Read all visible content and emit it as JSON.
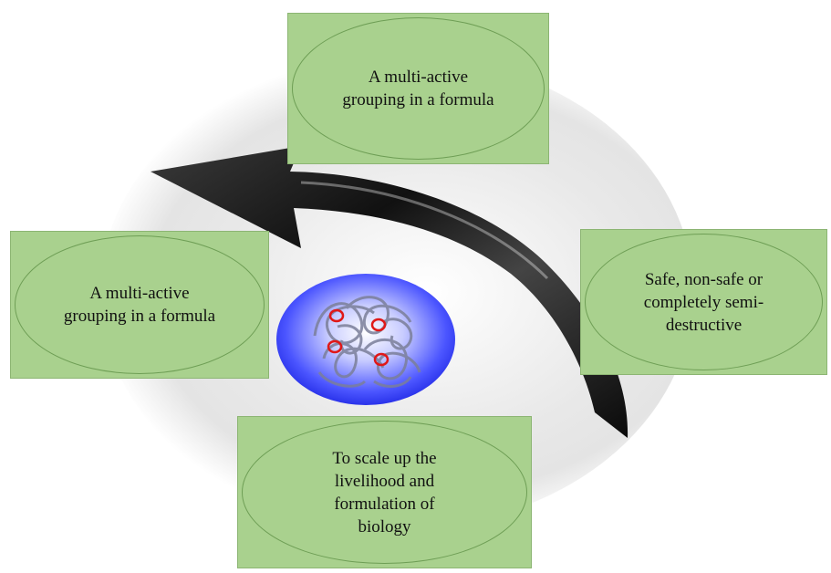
{
  "boxes": {
    "top": "A multi-active grouping in a formula",
    "left": "A multi-active grouping in a formula",
    "right": "Safe, non-safe or completely semi-destructive",
    "bottom": "To scale up the livelihood and formulation of biology"
  },
  "colors": {
    "box_fill": "#a9d18e",
    "box_border": "#6e9e55",
    "arrow": "#111111",
    "sphere": "#2a3cff"
  }
}
